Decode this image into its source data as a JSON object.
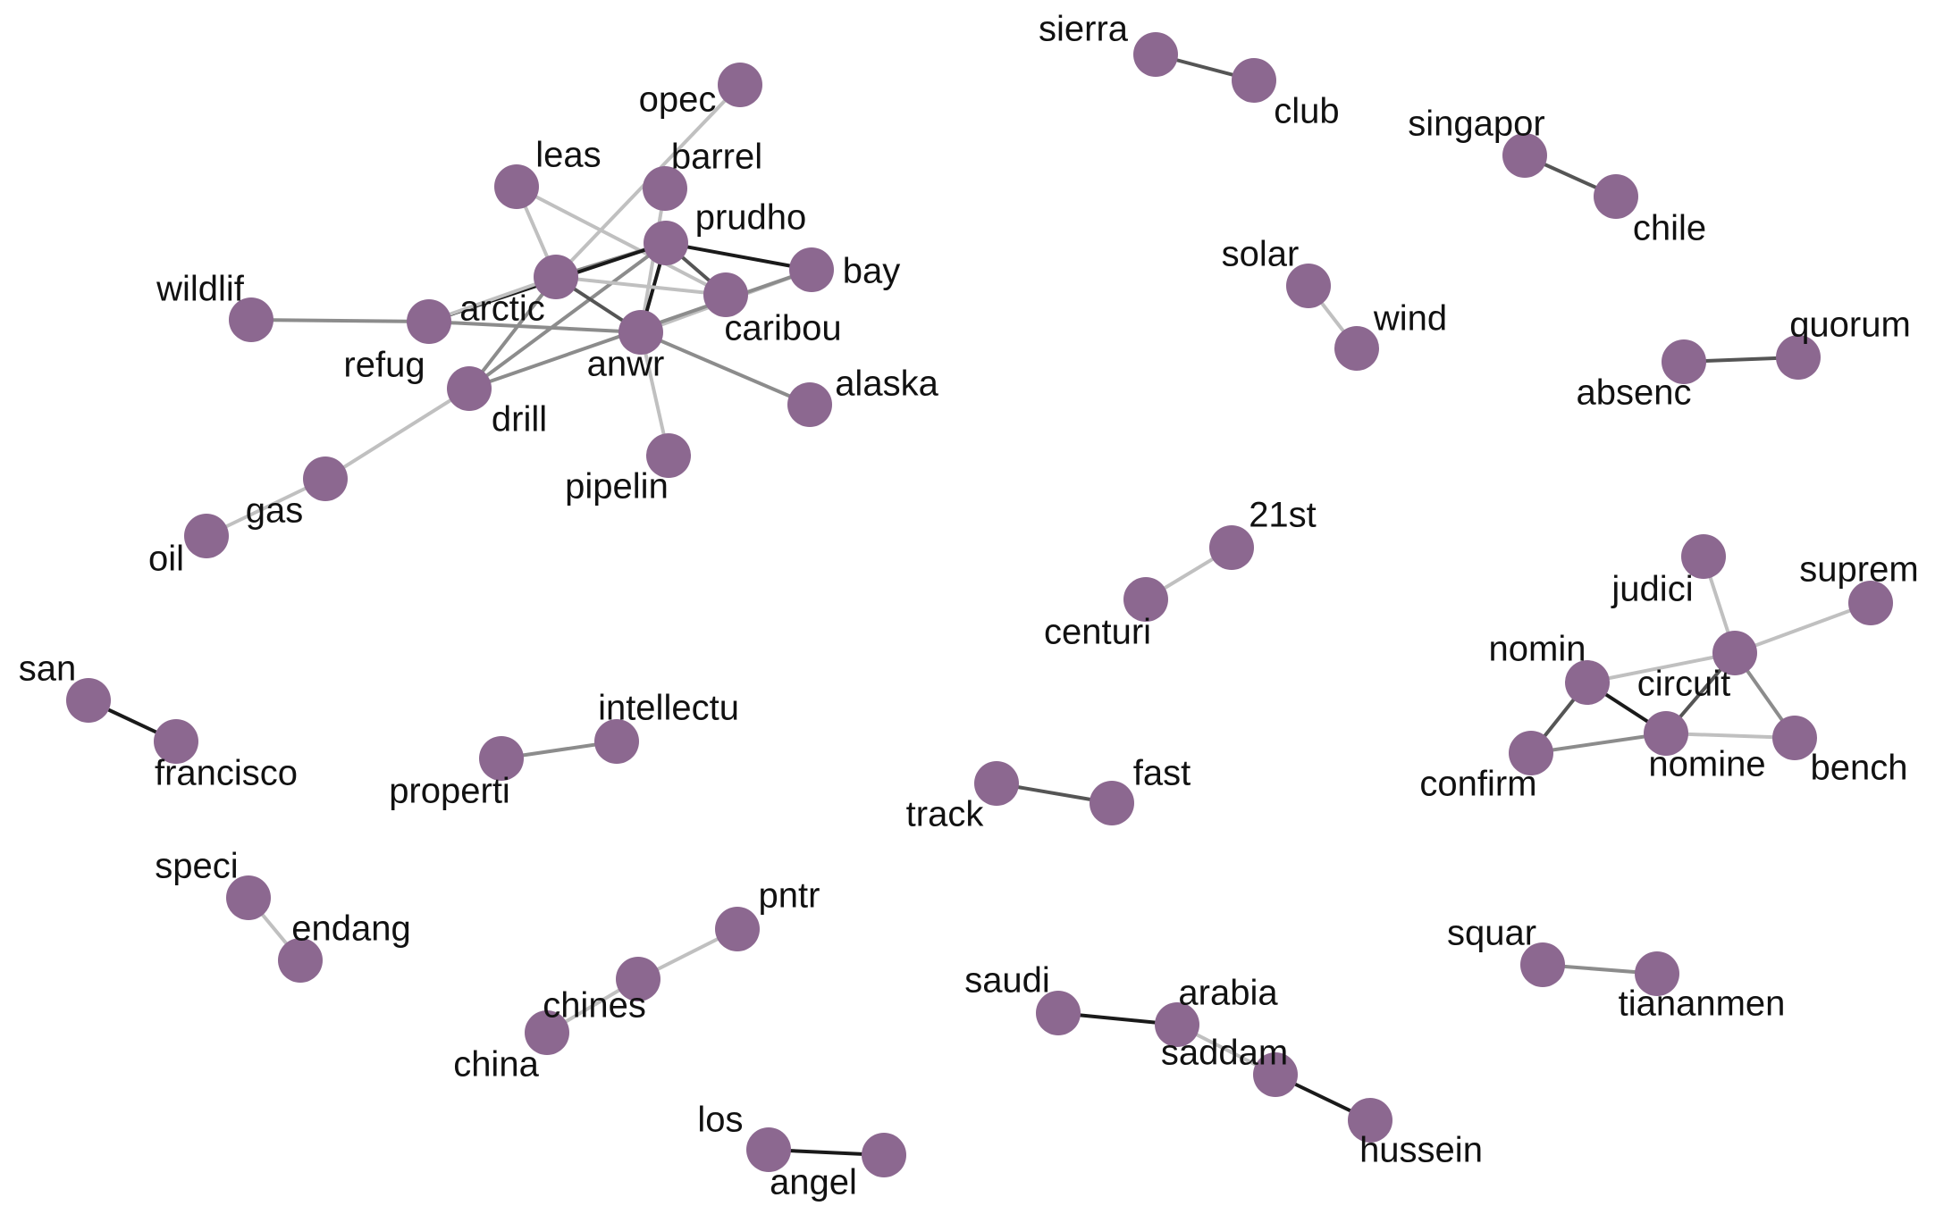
{
  "node_color": "#8C6890",
  "edge_colors": {
    "strong": "#1a1a1a",
    "medium": "#555555",
    "light": "#8c8c8c",
    "faint": "#c0c0c0"
  },
  "nodes": [
    {
      "id": "sierra",
      "label": "sierra"
    },
    {
      "id": "club",
      "label": "club"
    },
    {
      "id": "singapor",
      "label": "singapor"
    },
    {
      "id": "chile",
      "label": "chile"
    },
    {
      "id": "solar",
      "label": "solar"
    },
    {
      "id": "wind",
      "label": "wind"
    },
    {
      "id": "absenc",
      "label": "absenc"
    },
    {
      "id": "quorum",
      "label": "quorum"
    },
    {
      "id": "opec",
      "label": "opec"
    },
    {
      "id": "leas",
      "label": "leas"
    },
    {
      "id": "barrel",
      "label": "barrel"
    },
    {
      "id": "prudho",
      "label": "prudho"
    },
    {
      "id": "bay",
      "label": "bay"
    },
    {
      "id": "arctic",
      "label": "arctic"
    },
    {
      "id": "caribou",
      "label": "caribou"
    },
    {
      "id": "wildlif",
      "label": "wildlif"
    },
    {
      "id": "refug",
      "label": "refug"
    },
    {
      "id": "anwr",
      "label": "anwr"
    },
    {
      "id": "drill",
      "label": "drill"
    },
    {
      "id": "alaska",
      "label": "alaska"
    },
    {
      "id": "pipelin",
      "label": "pipelin"
    },
    {
      "id": "gas",
      "label": "gas"
    },
    {
      "id": "oil",
      "label": "oil"
    },
    {
      "id": "21st",
      "label": "21st"
    },
    {
      "id": "centuri",
      "label": "centuri"
    },
    {
      "id": "judici",
      "label": "judici"
    },
    {
      "id": "suprem",
      "label": "suprem"
    },
    {
      "id": "circuit",
      "label": "circuit"
    },
    {
      "id": "nomin",
      "label": "nomin"
    },
    {
      "id": "nomine",
      "label": "nomine"
    },
    {
      "id": "confirm",
      "label": "confirm"
    },
    {
      "id": "bench",
      "label": "bench"
    },
    {
      "id": "san",
      "label": "san"
    },
    {
      "id": "francisco",
      "label": "francisco"
    },
    {
      "id": "intellectu",
      "label": "intellectu"
    },
    {
      "id": "properti",
      "label": "properti"
    },
    {
      "id": "track",
      "label": "track"
    },
    {
      "id": "fast",
      "label": "fast"
    },
    {
      "id": "speci",
      "label": "speci"
    },
    {
      "id": "endang",
      "label": "endang"
    },
    {
      "id": "pntr",
      "label": "pntr"
    },
    {
      "id": "chines",
      "label": "chines"
    },
    {
      "id": "china",
      "label": "china"
    },
    {
      "id": "saudi",
      "label": "saudi"
    },
    {
      "id": "arabia",
      "label": "arabia"
    },
    {
      "id": "saddam",
      "label": "saddam"
    },
    {
      "id": "hussein",
      "label": "hussein"
    },
    {
      "id": "squar",
      "label": "squar"
    },
    {
      "id": "tiananmen",
      "label": "tiananmen"
    },
    {
      "id": "los",
      "label": "los"
    },
    {
      "id": "angel",
      "label": "angel"
    }
  ],
  "edges": [
    {
      "source": "sierra",
      "target": "club",
      "strength": "medium"
    },
    {
      "source": "singapor",
      "target": "chile",
      "strength": "medium"
    },
    {
      "source": "solar",
      "target": "wind",
      "strength": "faint"
    },
    {
      "source": "absenc",
      "target": "quorum",
      "strength": "medium"
    },
    {
      "source": "opec",
      "target": "arctic",
      "strength": "faint"
    },
    {
      "source": "leas",
      "target": "arctic",
      "strength": "faint"
    },
    {
      "source": "leas",
      "target": "caribou",
      "strength": "faint"
    },
    {
      "source": "barrel",
      "target": "anwr",
      "strength": "faint"
    },
    {
      "source": "prudho",
      "target": "bay",
      "strength": "strong"
    },
    {
      "source": "prudho",
      "target": "anwr",
      "strength": "strong"
    },
    {
      "source": "prudho",
      "target": "arctic",
      "strength": "light"
    },
    {
      "source": "prudho",
      "target": "caribou",
      "strength": "medium"
    },
    {
      "source": "prudho",
      "target": "refug",
      "strength": "strong"
    },
    {
      "source": "prudho",
      "target": "drill",
      "strength": "light"
    },
    {
      "source": "arctic",
      "target": "anwr",
      "strength": "medium"
    },
    {
      "source": "arctic",
      "target": "refug",
      "strength": "faint"
    },
    {
      "source": "arctic",
      "target": "drill",
      "strength": "light"
    },
    {
      "source": "arctic",
      "target": "caribou",
      "strength": "faint"
    },
    {
      "source": "refug",
      "target": "anwr",
      "strength": "light"
    },
    {
      "source": "wildlif",
      "target": "refug",
      "strength": "light"
    },
    {
      "source": "anwr",
      "target": "bay",
      "strength": "faint"
    },
    {
      "source": "anwr",
      "target": "alaska",
      "strength": "light"
    },
    {
      "source": "anwr",
      "target": "pipelin",
      "strength": "faint"
    },
    {
      "source": "drill",
      "target": "bay",
      "strength": "light"
    },
    {
      "source": "drill",
      "target": "gas",
      "strength": "faint"
    },
    {
      "source": "gas",
      "target": "oil",
      "strength": "faint"
    },
    {
      "source": "21st",
      "target": "centuri",
      "strength": "faint"
    },
    {
      "source": "judici",
      "target": "circuit",
      "strength": "faint"
    },
    {
      "source": "suprem",
      "target": "circuit",
      "strength": "faint"
    },
    {
      "source": "nomin",
      "target": "circuit",
      "strength": "faint"
    },
    {
      "source": "circuit",
      "target": "nomine",
      "strength": "medium"
    },
    {
      "source": "circuit",
      "target": "bench",
      "strength": "light"
    },
    {
      "source": "nomin",
      "target": "nomine",
      "strength": "strong"
    },
    {
      "source": "nomin",
      "target": "confirm",
      "strength": "medium"
    },
    {
      "source": "confirm",
      "target": "nomine",
      "strength": "light"
    },
    {
      "source": "nomine",
      "target": "bench",
      "strength": "faint"
    },
    {
      "source": "san",
      "target": "francisco",
      "strength": "strong"
    },
    {
      "source": "properti",
      "target": "intellectu",
      "strength": "light"
    },
    {
      "source": "track",
      "target": "fast",
      "strength": "medium"
    },
    {
      "source": "speci",
      "target": "endang",
      "strength": "faint"
    },
    {
      "source": "chines",
      "target": "pntr",
      "strength": "faint"
    },
    {
      "source": "china",
      "target": "chines",
      "strength": "faint"
    },
    {
      "source": "saudi",
      "target": "arabia",
      "strength": "strong"
    },
    {
      "source": "arabia",
      "target": "saddam",
      "strength": "faint"
    },
    {
      "source": "saddam",
      "target": "hussein",
      "strength": "strong"
    },
    {
      "source": "squar",
      "target": "tiananmen",
      "strength": "light"
    },
    {
      "source": "los",
      "target": "angel",
      "strength": "strong"
    }
  ]
}
